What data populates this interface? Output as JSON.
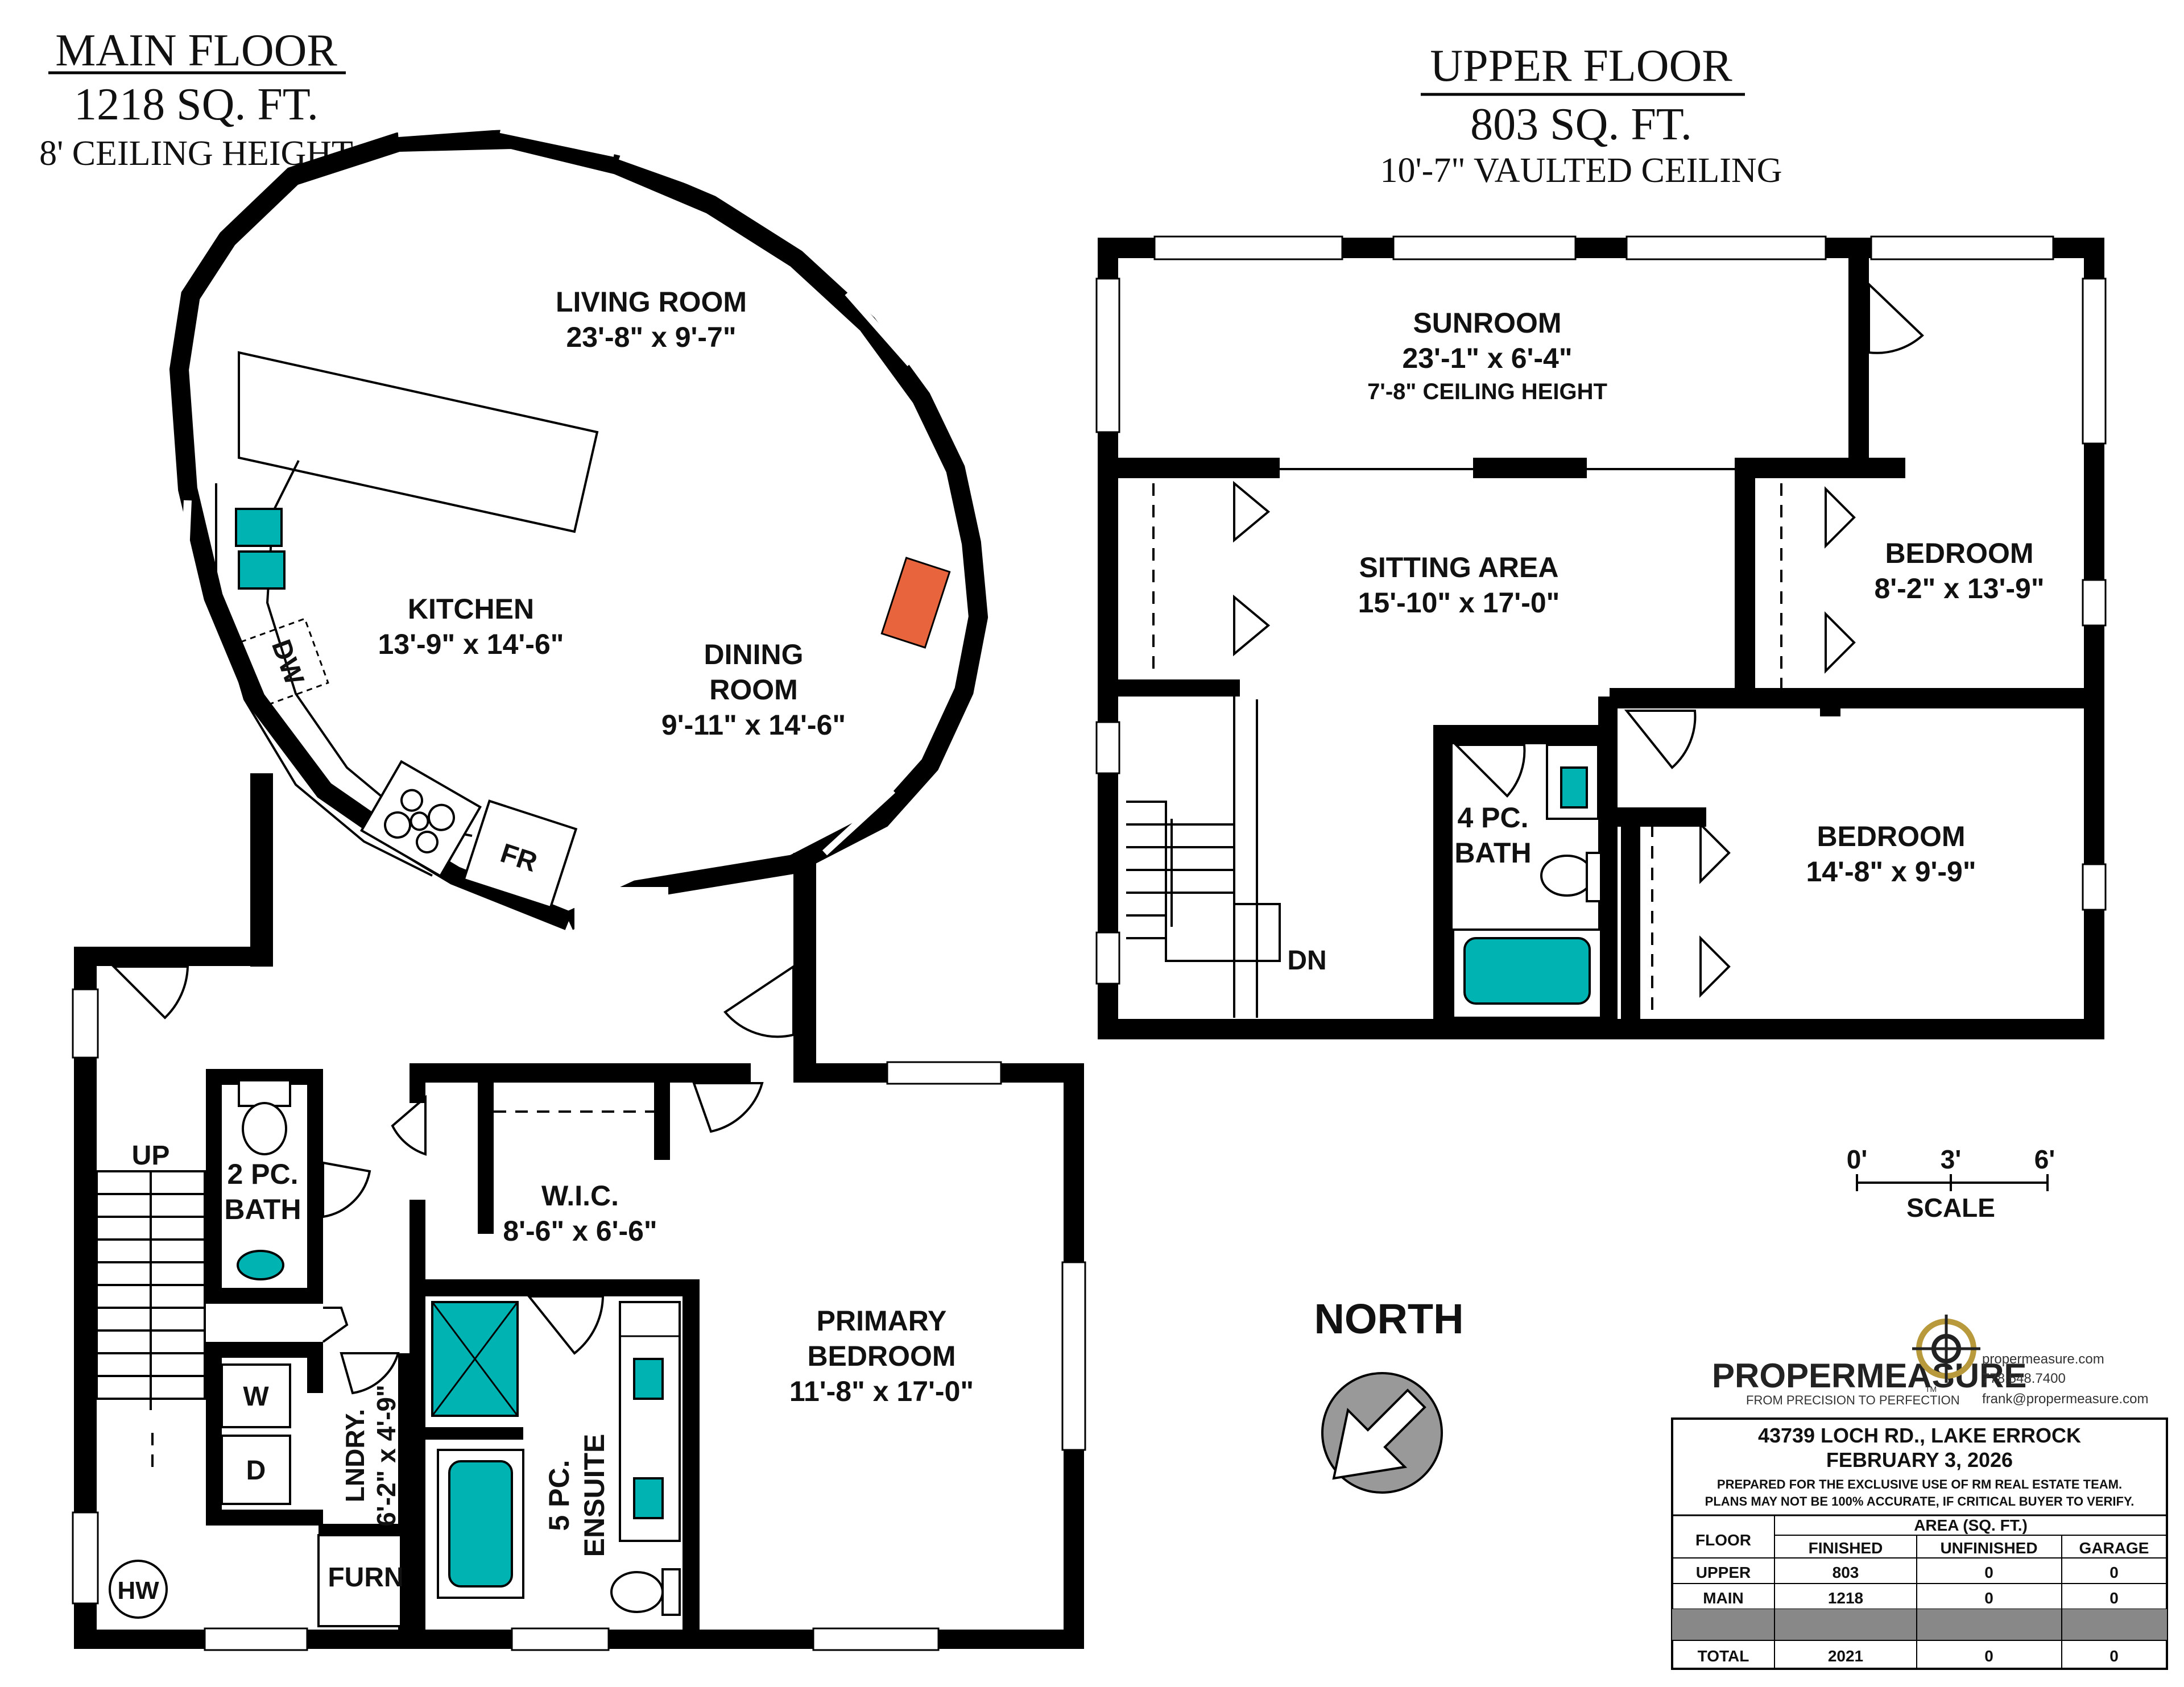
{
  "main_floor": {
    "title": "MAIN FLOOR",
    "area": "1218 SQ. FT.",
    "ceiling": "8' CEILING HEIGHT",
    "rooms": [
      {
        "name": "LIVING ROOM",
        "dims": "23'-8\" x 9'-7\""
      },
      {
        "name": "KITCHEN",
        "dims": "13'-9\" x 14'-6\""
      },
      {
        "name_line1": "DINING",
        "name_line2": "ROOM",
        "dims": "9'-11\" x 14'-6\""
      },
      {
        "name_line1": "2 PC.",
        "name_line2": "BATH"
      },
      {
        "name": "W.I.C.",
        "dims": "8'-6\" x 6'-6\""
      },
      {
        "name_line1": "PRIMARY",
        "name_line2": "BEDROOM",
        "dims": "11'-8\" x 17'-0\""
      },
      {
        "name": "LNDRY.",
        "dims": "6'-2\" x 4'-9\""
      },
      {
        "name_line1": "5 PC.",
        "name_line2": "ENSUITE"
      }
    ],
    "labels": {
      "dw": "DW",
      "fr": "FR",
      "up": "UP",
      "w": "W",
      "d": "D",
      "furn": "FURN",
      "hw": "HW"
    }
  },
  "upper_floor": {
    "title": "UPPER FLOOR",
    "area": "803 SQ. FT.",
    "ceiling": "10'-7\" VAULTED CEILING",
    "rooms": [
      {
        "name": "SUNROOM",
        "dims": "23'-1\" x 6'-4\"",
        "note": "7'-8\" CEILING HEIGHT"
      },
      {
        "name": "SITTING AREA",
        "dims": "15'-10\" x 17'-0\""
      },
      {
        "name": "BEDROOM",
        "dims": "8'-2\" x 13'-9\""
      },
      {
        "name_line1": "4 PC.",
        "name_line2": "BATH"
      },
      {
        "name": "BEDROOM",
        "dims": "14'-8\" x 9'-9\""
      }
    ],
    "labels": {
      "dn": "DN"
    }
  },
  "scale": {
    "ticks": [
      "0'",
      "3'",
      "6'"
    ],
    "label": "SCALE"
  },
  "north": {
    "label": "NORTH",
    "icon": "north-arrow-icon"
  },
  "brand": {
    "logo_text": "PROPERMEASURE",
    "tagline": "FROM PRECISION TO PERFECTION",
    "tm": "TM",
    "website": "propermeasure.com",
    "phone": "778.548.7400",
    "email": "frank@propermeasure.com",
    "logo_icon": "target-crosshair-icon",
    "accent_color": "#b89a3c"
  },
  "title_block": {
    "address": "43739 LOCH RD., LAKE ERROCK",
    "date": "FEBRUARY 3, 2026",
    "note1": "PREPARED FOR THE EXCLUSIVE USE OF RM REAL ESTATE TEAM.",
    "note2": "PLANS MAY NOT BE 100% ACCURATE, IF CRITICAL BUYER TO VERIFY.",
    "table": {
      "floor_header": "FLOOR",
      "area_header": "AREA (SQ. FT.)",
      "columns": [
        "FINISHED",
        "UNFINISHED",
        "GARAGE"
      ],
      "rows": [
        {
          "floor": "UPPER",
          "values": [
            "803",
            "0",
            "0"
          ]
        },
        {
          "floor": "MAIN",
          "values": [
            "1218",
            "0",
            "0"
          ]
        },
        {
          "floor": "",
          "values": [
            "",
            "",
            ""
          ]
        },
        {
          "floor": "TOTAL",
          "values": [
            "2021",
            "0",
            "0"
          ]
        }
      ]
    }
  }
}
